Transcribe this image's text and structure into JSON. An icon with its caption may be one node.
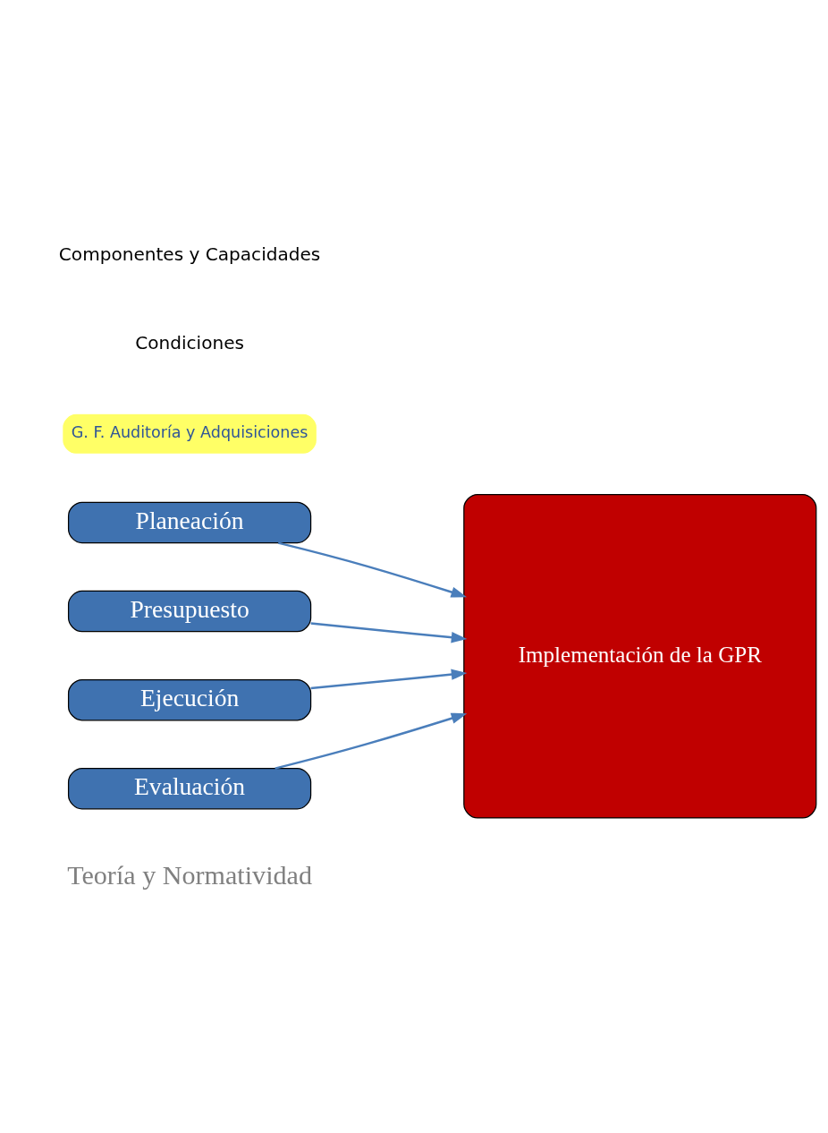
{
  "diagram": {
    "nodes": [
      {
        "text": [
          "Planeación"
        ]
      },
      {
        "text": [
          "Presupuesto"
        ]
      },
      {
        "text": [
          "Ejecución"
        ]
      },
      {
        "text": [
          "G. F. Auditoría y Adquisiciones"
        ]
      },
      {
        "text": [
          "Evaluación"
        ]
      },
      {
        "text": [
          "Implementación de la GPR"
        ]
      }
    ],
    "edges": [
      {
        "from": 0,
        "to": 5,
        "arrow": "to"
      },
      {
        "from": 1,
        "to": 5,
        "arrow": "to"
      },
      {
        "from": 2,
        "to": 5,
        "arrow": "to"
      },
      {
        "from": 4,
        "to": 5,
        "arrow": "to"
      }
    ],
    "labels": [
      "Teoría y Normatividad",
      "Condiciones",
      "Componentes y Capacidades"
    ]
  }
}
